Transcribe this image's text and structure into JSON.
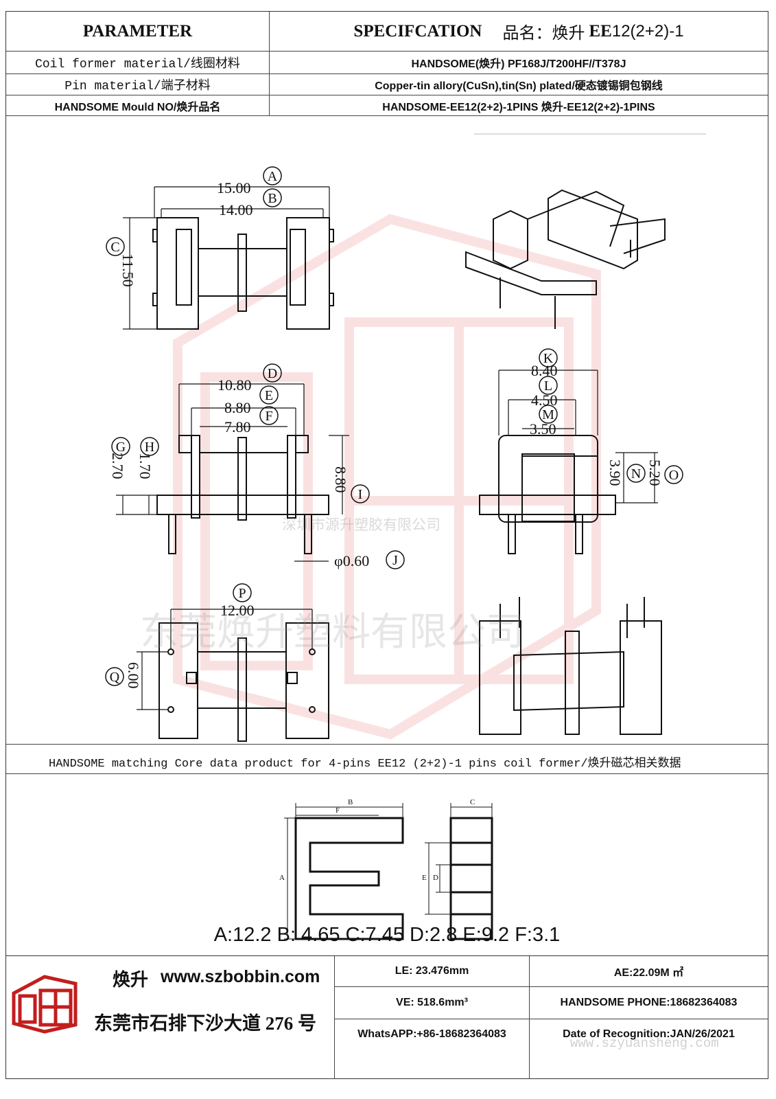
{
  "header": {
    "parameter": "PARAMETER",
    "specification": "SPECIFCATION",
    "product_name_label": "品名：焕升",
    "product_model_bold": "EE",
    "product_model_rest": "12(2+2)-1"
  },
  "params": [
    {
      "label": "Coil former material/线圈材料",
      "value": "HANDSOME(焕升)   PF168J/T200HF//T378J"
    },
    {
      "label": "Pin material/端子材料",
      "value": "Copper-tin allory(CuSn),tin(Sn) plated/硬态镀锡铜包钢线"
    },
    {
      "label": "HANDSOME Mould NO/焕升品名",
      "value": "HANDSOME-EE12(2+2)-1PINS    焕升-EE12(2+2)-1PINS"
    }
  ],
  "drawing": {
    "dims": {
      "A": "15.00",
      "B": "14.00",
      "C": "11.50",
      "D": "10.80",
      "E": "8.80",
      "F": "7.80",
      "G": "2.70",
      "H": "1.70",
      "I": "8.80",
      "J": "φ0.60",
      "K": "8.40",
      "L": "4.50",
      "M": "3.50",
      "N": "3.90",
      "O": "5.20",
      "P": "12.00",
      "Q": "6.00"
    },
    "letters": [
      "A",
      "B",
      "C",
      "D",
      "E",
      "F",
      "G",
      "H",
      "I",
      "J",
      "K",
      "L",
      "M",
      "N",
      "O",
      "P",
      "Q"
    ],
    "watermark_company": "深圳市源升塑胶有限公司",
    "watermark_large": "东莞焕升塑料有限公司"
  },
  "core": {
    "title": "HANDSOME matching Core data  product for 4-pins EE12 (2+2)-1 pins coil former/焕升磁芯相关数据",
    "labels": {
      "A": "A",
      "B": "B",
      "C": "C",
      "D": "D",
      "E": "E",
      "F": "F"
    },
    "values_text": "A:12.2 B: 4.65 C:7.45 D:2.8 E:9.2 F:3.1"
  },
  "footer": {
    "brand": "焕升",
    "website": "www.szbobbin.com",
    "address": "东莞市石排下沙大道 276 号",
    "le": "LE: 23.476mm",
    "ae": "AE:22.09M ㎡",
    "ve": "VE: 518.6mm³",
    "phone": "HANDSOME PHONE:18682364083",
    "whatsapp": "WhatsAPP:+86-18682364083",
    "date": "Date of Recognition:JAN/26/2021",
    "watermark_url": "www.szyuansheng.com"
  }
}
